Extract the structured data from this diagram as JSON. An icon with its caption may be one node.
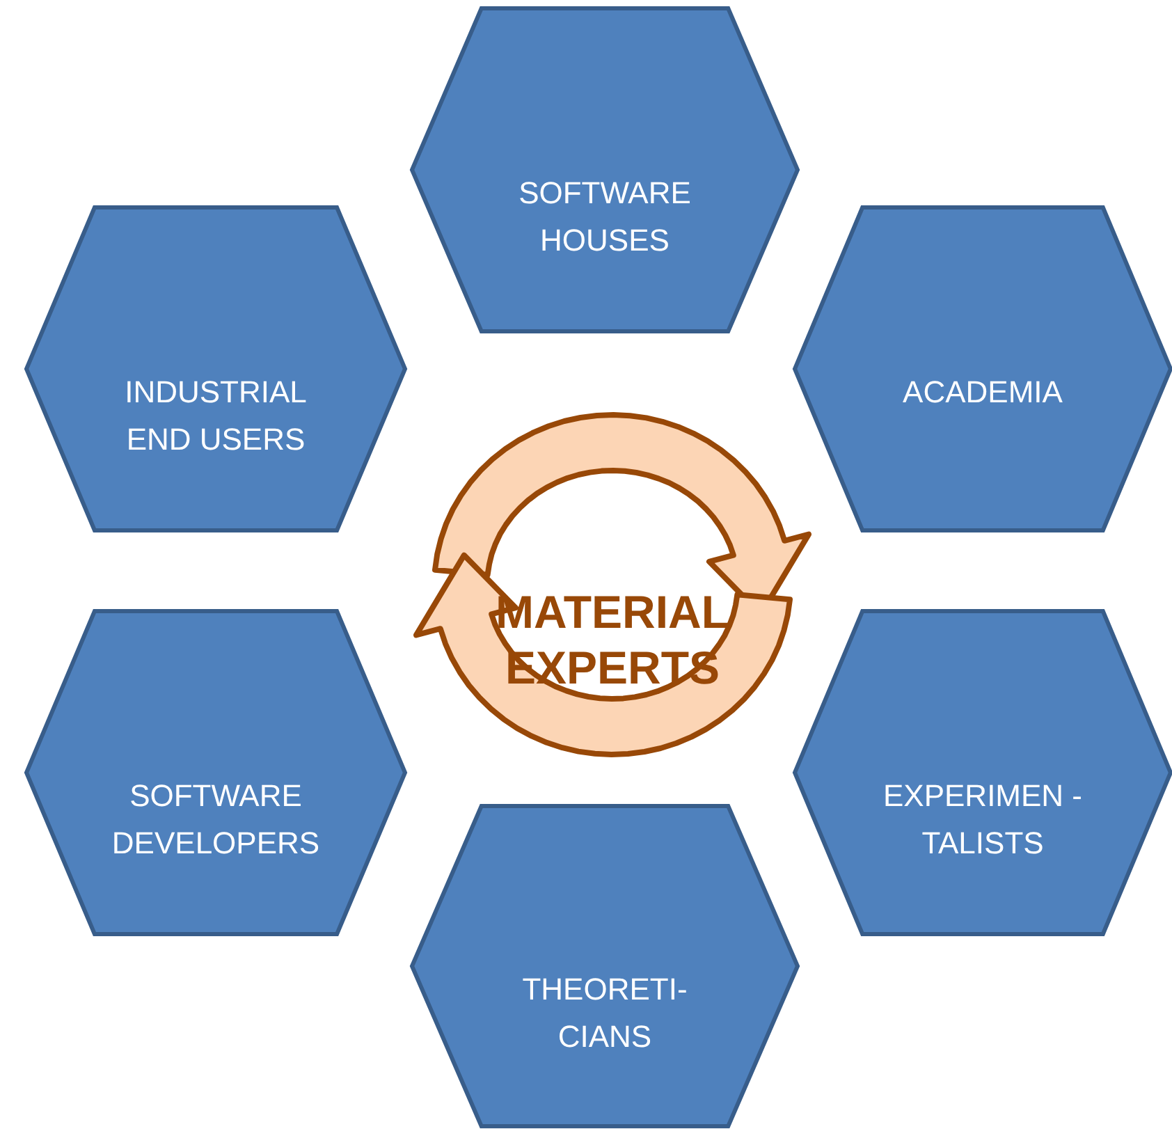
{
  "diagram": {
    "nodes": [
      {
        "text": [
          "SOFTWARE HOUSES"
        ]
      },
      {
        "text": [
          "INDUSTRIAL END USERS"
        ]
      },
      {
        "text": [
          "ACADEMIA"
        ]
      },
      {
        "text": [
          "MATERIAL EXPERTS"
        ]
      },
      {
        "text": [
          "SOFTWARE DEVELOPERS"
        ]
      },
      {
        "text": [
          "EXPERIMEN -TALISTS"
        ]
      },
      {
        "text": [
          "THEORETI- CIANS"
        ]
      }
    ]
  }
}
